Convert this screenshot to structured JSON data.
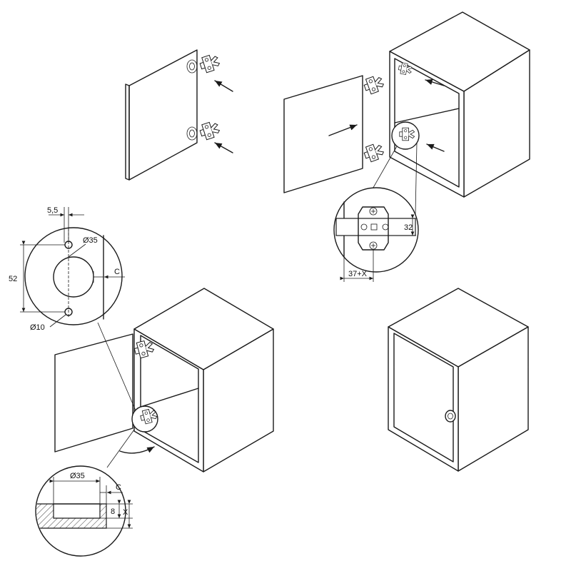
{
  "dimensions": {
    "hole_offset": "5,5",
    "cup_diameter_top": "Ø35",
    "hole_spacing": "52",
    "door_gap_top": "C",
    "screw_hole_diameter": "Ø10",
    "plate_height": "32",
    "plate_offset": "37+X",
    "cup_diameter_bottom": "Ø35",
    "door_gap_bottom": "C",
    "cup_depth": "8",
    "edge_x": "X"
  },
  "colors": {
    "line": "#1a1a1a",
    "background": "#ffffff"
  },
  "icons": [
    "hinge-icon",
    "arrow-icon",
    "knob-icon"
  ]
}
